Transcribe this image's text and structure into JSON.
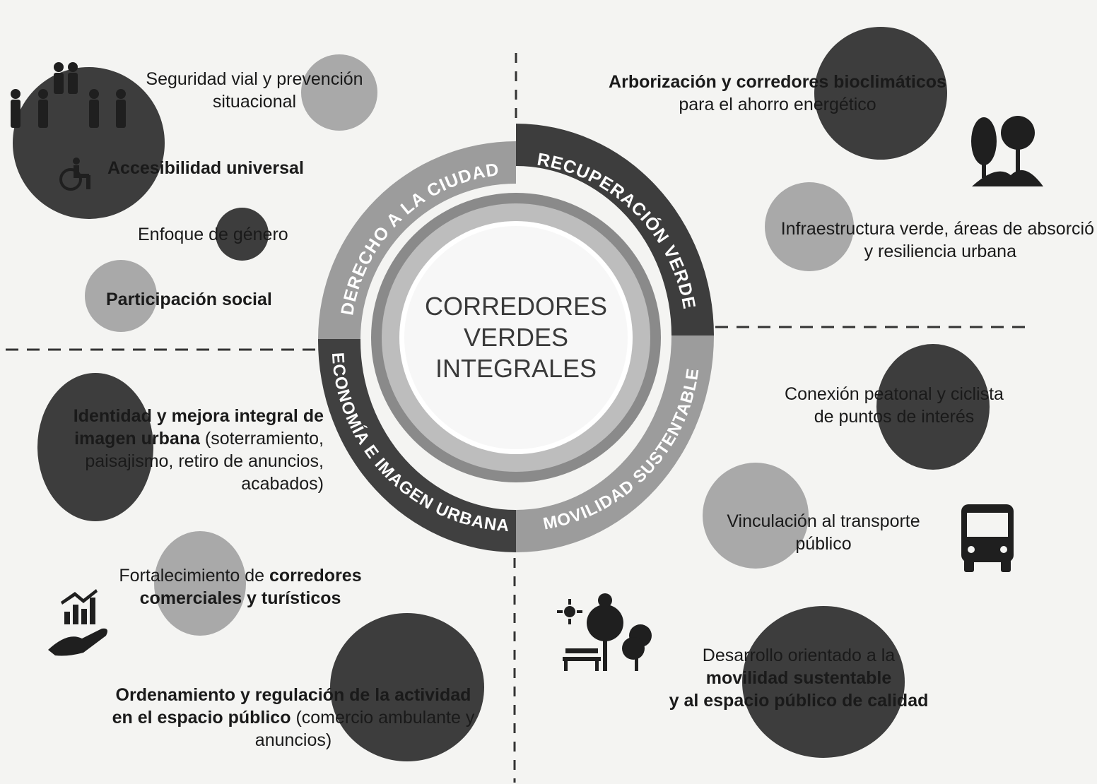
{
  "center": {
    "lines": [
      "CORREDORES",
      "VERDES",
      "INTEGRALES"
    ]
  },
  "ring_labels": {
    "derecho": "DERECHO A LA CIUDAD",
    "recuperacion": "RECUPERACIÓN VERDE",
    "economia": "ECONOMÍA E IMAGEN URBANA",
    "movilidad": "MOVILIDAD SUSTENTABLE"
  },
  "derecho": {
    "seguridad": "Seguridad vial y prevención situacional",
    "accesibilidad": "Accesibilidad universal",
    "genero": "Enfoque de género",
    "participacion": "Participación social"
  },
  "recuperacion": {
    "arborizacion_bold": "Arborización y corredores bioclimáticos",
    "arborizacion_rest": "para el ahorro energético",
    "infraestructura_line1": "Infraestructura verde, áreas de absorció",
    "infraestructura_line2": "y resiliencia urbana"
  },
  "economia": {
    "identidad_bold": "Identidad y mejora integral de imagen urbana",
    "identidad_rest": "(soterramiento, paisajismo, retiro de anuncios, acabados)",
    "fortalecimiento_pre": "Fortalecimiento de",
    "fortalecimiento_bold": "corredores comerciales y turísticos",
    "ordenamiento_bold": "Ordenamiento y regulación de la actividad en el espacio público",
    "ordenamiento_rest": "(comercio ambulante y anuncios)"
  },
  "movilidad": {
    "conexion_line1": "Conexión peatonal y ciclista",
    "conexion_line2": "de puntos de interés",
    "vinculacion_line1": "Vinculación al transporte",
    "vinculacion_line2": "público",
    "desarrollo_pre": "Desarrollo orientado a la",
    "desarrollo_bold1": "movilidad sustentable",
    "desarrollo_bold2": "y al espacio público de calidad"
  },
  "colors": {
    "dark": "#3d3d3d",
    "mid": "#5e5e5e",
    "light": "#a9a9a9",
    "background": "#f4f4f2"
  },
  "icons": {
    "people": "people-icon",
    "wheelchair": "wheelchair-icon",
    "trees": "trees-icon",
    "chart_hand": "growth-chart-hand-icon",
    "bus": "bus-icon",
    "park": "park-bench-tree-icon"
  }
}
